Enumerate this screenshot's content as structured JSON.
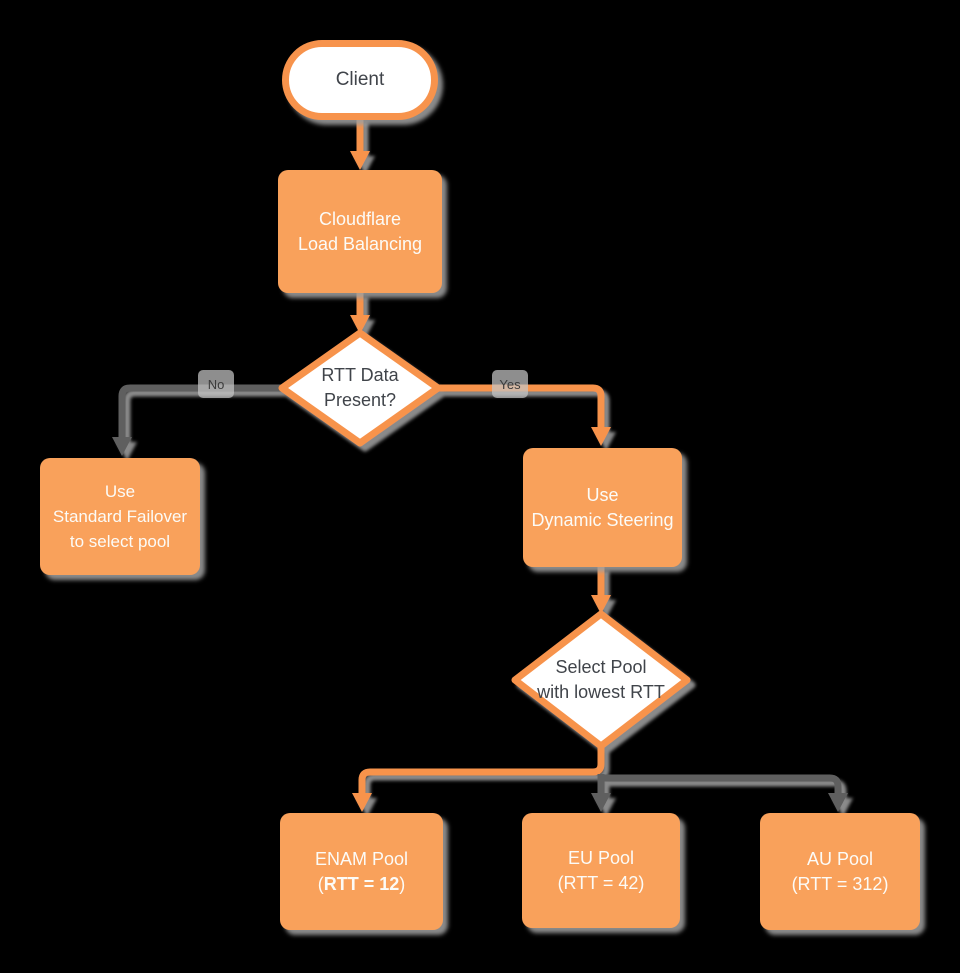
{
  "diagram": {
    "type": "flowchart",
    "background_color": "#000000",
    "colors": {
      "node_fill_orange": "#F9A15B",
      "stroke_orange": "#F7934C",
      "connector_gray": "#5F5F5F",
      "shadow_gray": "#9E9E9E",
      "text_dark": "#40444A",
      "text_light": "#FCFBF7",
      "edge_badge_bg": "#8E8E8E"
    },
    "nodes": {
      "client": {
        "label": "Client",
        "shape": "terminator"
      },
      "load_balancing": {
        "lines": [
          "Cloudflare",
          "Load Balancing"
        ],
        "shape": "process"
      },
      "rtt_decision": {
        "lines": [
          "RTT Data",
          "Present?"
        ],
        "shape": "decision"
      },
      "standard_failover": {
        "lines": [
          "Use",
          "Standard Failover",
          "to select pool"
        ],
        "shape": "process"
      },
      "dynamic_steering": {
        "lines": [
          "Use",
          "Dynamic Steering"
        ],
        "shape": "process"
      },
      "select_pool": {
        "lines": [
          "Select Pool",
          "with lowest RTT"
        ],
        "shape": "decision"
      },
      "enam_pool": {
        "line1": "ENAM Pool",
        "line2_prefix": "(",
        "line2_bold": "RTT = 12",
        "line2_suffix": ")",
        "shape": "process"
      },
      "eu_pool": {
        "lines": [
          "EU Pool",
          "(RTT = 42)"
        ],
        "shape": "process"
      },
      "au_pool": {
        "lines": [
          "AU Pool",
          "(RTT = 312)"
        ],
        "shape": "process"
      }
    },
    "edge_labels": {
      "no": "No",
      "yes": "Yes"
    }
  }
}
